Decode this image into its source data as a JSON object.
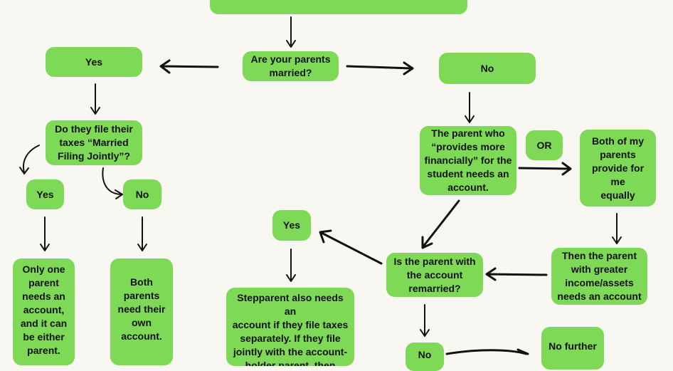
{
  "colors": {
    "node_fill": "#7ed957",
    "background": "#f8f7f2",
    "arrow": "#111111"
  },
  "nodes": {
    "q_married": "Are your parents\nmarried?",
    "yes_married": "Yes",
    "no_married": "No",
    "q_file_jointly": "Do they file their\ntaxes “Married\nFiling Jointly”?",
    "jointly_yes": "Yes",
    "jointly_no": "No",
    "one_parent": "Only one\nparent\nneeds an\naccount,\nand it can\nbe either\nparent.",
    "both_parents": "Both\nparents\nneed their\nown\naccount.",
    "provides_more": "The parent who\n“provides more\nfinancially” for the\nstudent needs an\naccount.",
    "or_label": "OR",
    "both_provide": "Both of my\nparents\nprovide for me\nequally",
    "greater_income": "Then the parent\nwith greater\nincome/assets\nneeds an account",
    "q_remarried": "Is the parent with\nthe account\nremarried?",
    "remarried_yes": "Yes",
    "stepparent": "Stepparent also needs an\naccount if they file taxes\nseparately. If they file\njointly with the account-\nholder parent, then either",
    "remarried_no": "No",
    "no_further": "No further"
  }
}
